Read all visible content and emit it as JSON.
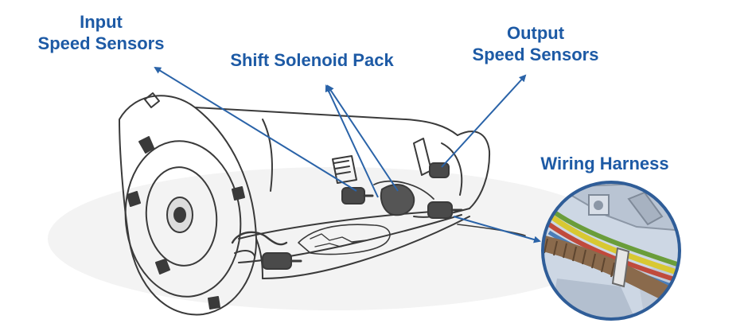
{
  "labels": {
    "input_speed_sensors": {
      "line1": "Input",
      "line2": "Speed Sensors"
    },
    "shift_solenoid_pack": {
      "line1": "Shift Solenoid Pack"
    },
    "output_speed_sensors": {
      "line1": "Output",
      "line2": "Speed Sensors"
    },
    "wiring_harness": {
      "line1": "Wiring Harness"
    }
  },
  "colors": {
    "label_text": "#1d5aa5",
    "leader_line": "#2a63a8",
    "drawing_line": "#3a3a3a",
    "inset_ring": "#2f5d98",
    "inset_background": "#cdd7e4",
    "wire_yellow": "#d8c832",
    "wire_green": "#6a9d3a",
    "wire_red": "#c04a3c",
    "wire_blue": "#4a7db8",
    "loom_brown": "#8a6a4c"
  },
  "icons": {
    "transmission_drawing": "transmission-line-art",
    "inset": "wiring-harness-photo-inset"
  }
}
